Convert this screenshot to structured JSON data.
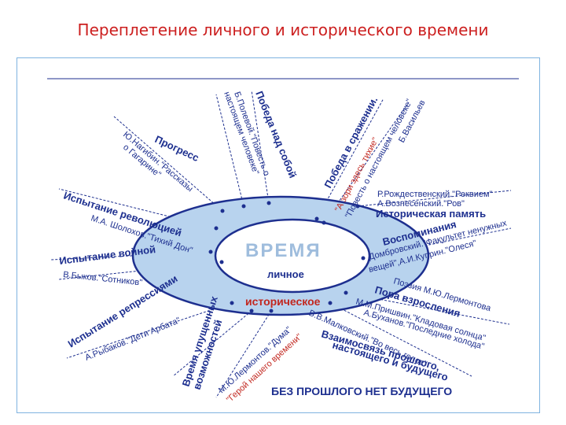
{
  "title": "Переплетение личного и исторического времени",
  "center": {
    "main": "ВРЕМЯ",
    "personal": "личное",
    "historical": "историческое"
  },
  "bottom_caption": "БЕЗ ПРОШЛОГО НЕТ БУДУЩЕГО",
  "top_labels": {
    "victory_self": "Победа над собой",
    "polevoy_1": "Б.Полевой.\"Повесть о",
    "polevoy_2": "настоящем человеке\"",
    "victory_battle": "Победа в сражении.",
    "vasiliev_1": "Б.Васильев",
    "vasiliev_2": "\"А зори здесь тихие\"",
    "vasiliev_3": "\"Повесть о настоящем человеке\""
  },
  "left_labels": {
    "progress": "Прогресс",
    "nagibin_1": "Ю.Нагибин.\"Рассказы",
    "nagibin_2": "о Гагарине\"",
    "revolution": "Испытание революцией",
    "sholokhov": "М.А. Шолохов.\"Тихий Дон\"",
    "war": "Испытание войной",
    "bykov": "В.Быков.\"Сотников\"",
    "repression": "Испытание репрессиями",
    "rybakov": "А.Рыбаков.\"Дети Арбата\""
  },
  "bottom_labels": {
    "lost_1": "Время упущенных",
    "lost_2": "возможностей",
    "lermontov_duma_1": "М.Ю.Лермонтов.\"Дума\"",
    "lermontov_duma_2": "\"Герой нашего времени\""
  },
  "right_labels": {
    "rozhdestvensky": "Р.Рождественский.\"Реквием\"",
    "voznesensky": "А.Вознесенский.\"Ров\"",
    "memory": "Историческая память",
    "recollections": "Воспоминания",
    "dombrovsky": "Домбровский.\"Факультет ненужных",
    "kuprin": "вещей\",А.И.Куприн.\"Олеся\"",
    "lermontov_poetry": "Поэзия М.Ю.Лермонтова",
    "growing_up": "Пора взросления",
    "prishvin": "М.М.Пришвин.\"Кладовая солнца\"",
    "bukanov": "А.Буханов.\"Последние холода\"",
    "malkovsky": "В.В.Малковский.\"Во весь голос\"",
    "link_1": "Взаимосвязь прошлого,",
    "link_2": "настоящего и будущего"
  },
  "colors": {
    "title": "#cc1f1f",
    "ellipse_fill": "#b8d3ee",
    "ellipse_stroke": "#1d2f8f",
    "inner_fill": "#ffffff",
    "text_blue": "#1d2f8f",
    "center_word": "#9fbddd",
    "personal_text": "#1d2f8f",
    "historical_text": "#c2271f",
    "caption": "#1d2f8f"
  }
}
